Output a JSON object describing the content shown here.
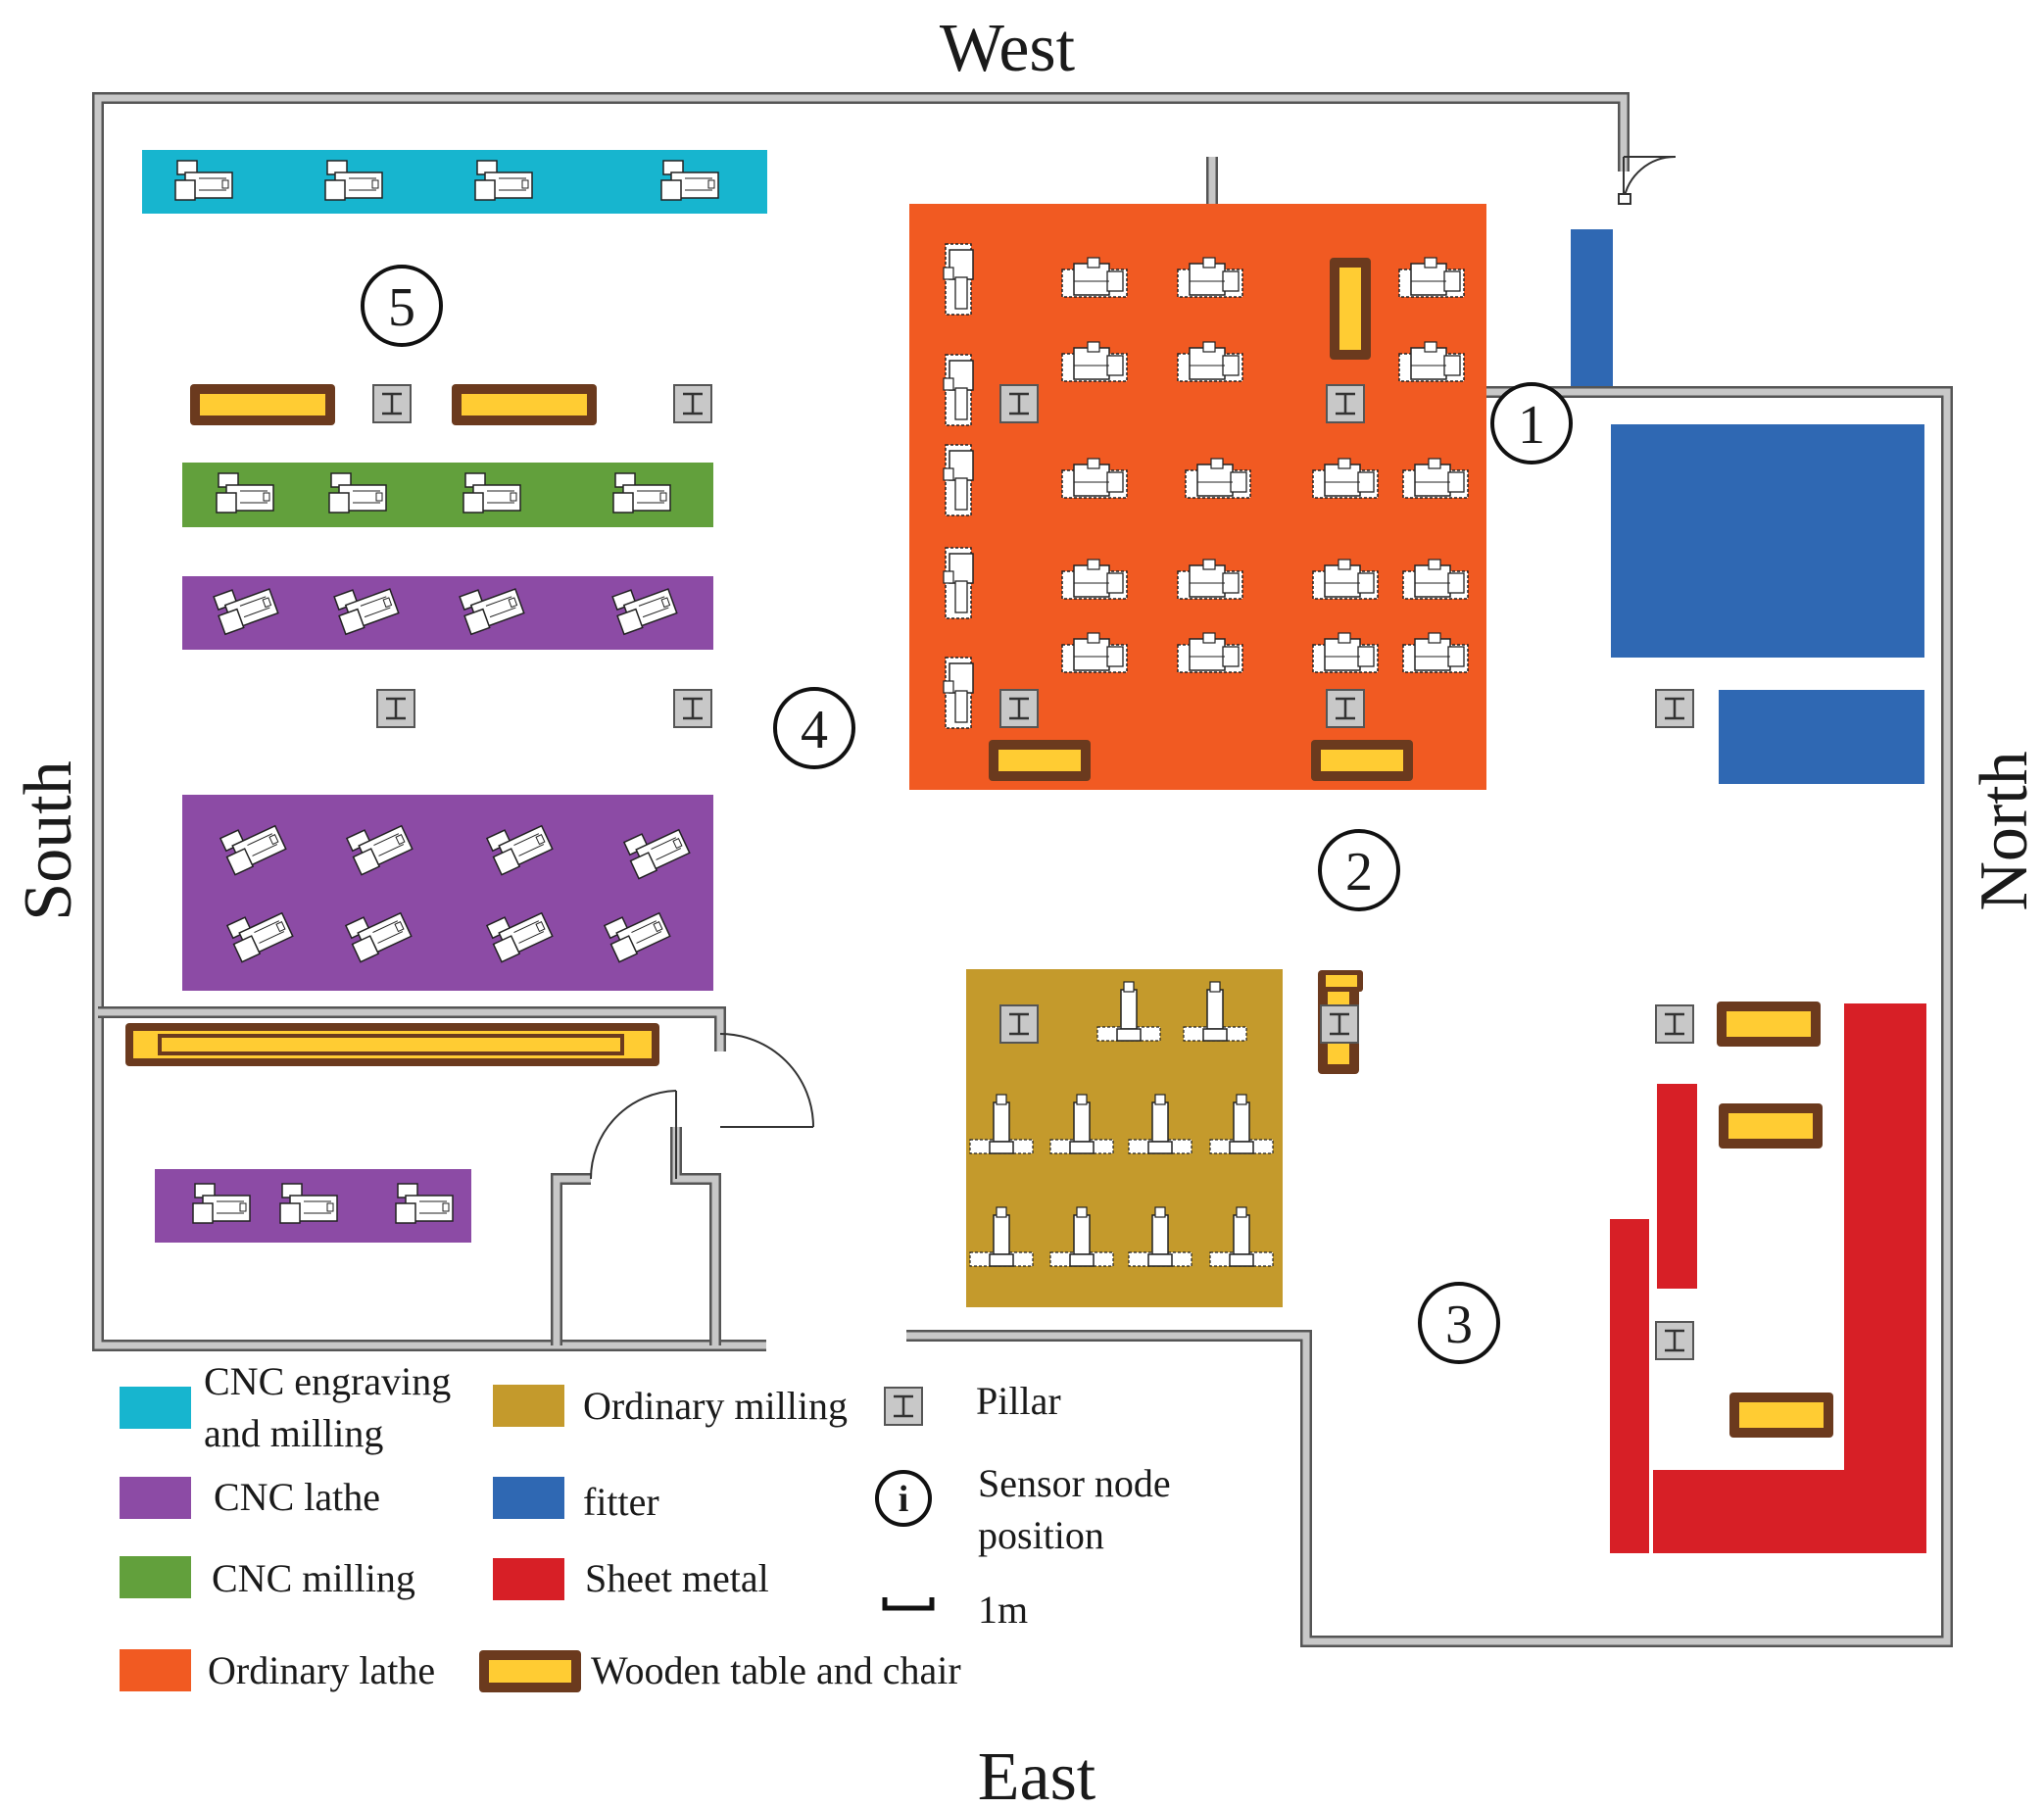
{
  "directions": {
    "west": "West",
    "east": "East",
    "south": "South",
    "north": "North"
  },
  "sensor_nodes": [
    "1",
    "2",
    "3",
    "4",
    "5"
  ],
  "legend": {
    "cnc_engraving": {
      "label_line1": "CNC engraving",
      "label_line2": "and milling",
      "color": "#17b5cf"
    },
    "cnc_lathe": {
      "label": "CNC lathe",
      "color": "#8c4ba5"
    },
    "cnc_milling": {
      "label": "CNC milling",
      "color": "#62a03c"
    },
    "ordinary_lathe": {
      "label": "Ordinary lathe",
      "color": "#f15a22"
    },
    "ordinary_milling": {
      "label": "Ordinary milling",
      "color": "#c49a2c"
    },
    "fitter": {
      "label": "fitter",
      "color": "#2f68b3"
    },
    "sheet_metal": {
      "label": "Sheet metal",
      "color": "#d71f26"
    },
    "wooden_table": {
      "label": "Wooden table and chair",
      "color": "#ffcc33",
      "border": "#6b3a1e"
    },
    "pillar": {
      "label": "Pillar",
      "color": "#c8c8c8"
    },
    "sensor": {
      "symbol": "i",
      "label_line1": "Sensor node",
      "label_line2": "position"
    },
    "scale": {
      "label": "1m"
    }
  },
  "colors": {
    "wall": "#c8c8c8",
    "wall_outline": "#555555"
  }
}
